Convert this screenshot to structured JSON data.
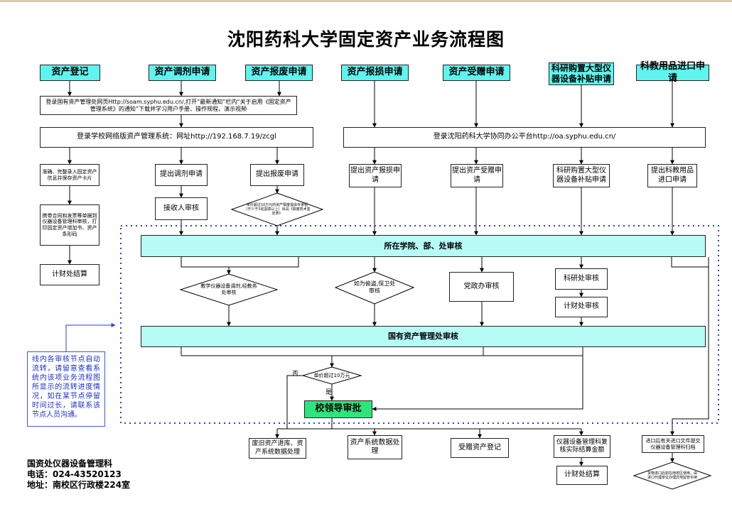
{
  "title": "沈阳药科大学固定资产业务流程图",
  "headers": [
    "资产登记",
    "资产调剂申请",
    "资产报废申请",
    "资产报损申请",
    "资产受赠申请",
    "科研购置大型仪器设备补贴申请",
    "科教用品进口申请"
  ],
  "row1": {
    "guide": "登录国有资产管理处网页Http://soam.syphu.edu.cn/,打开“最新通知”栏内“关于启用《固定资产管理系统》的通知”下载并学习用户手册、操作规程、演示视频",
    "login_asset": "登录学校网络版资产管理系统：网址http://192.168.7.19/zcgl",
    "login_oa": "登录沈阳药科大学协同办公平台http://oa.syphu.edu.cn/"
  },
  "col_register": {
    "step1": "准确、完整录入固定资产信息并保存资产卡片",
    "step2": "携带合同和发票等单据到仪器设备管理科审核，打印固定资产增加书、资产条形码",
    "step3": "计财处结算"
  },
  "apply": {
    "transfer": "提出调剂申请",
    "receiver": "接收人审核",
    "scrap": "提出报废申请",
    "scrap_note": "单价超过10万元的资产报废需由专家组（不少于3名副高以上）出具《报废技术鉴定表》",
    "loss": "提出资产报损申请",
    "donation": "提出资产受赠申请",
    "research": "科研购置大型仪器设备补贴申请",
    "import": "提出科教用品进口申请"
  },
  "review": {
    "college": "所在学院、部、处审核",
    "teaching": "教学仪器设备调剂,经教务处审核",
    "theft": "如为偷盗,保卫处审核",
    "party": "党政办审核",
    "research_office": "科研处审核",
    "finance": "计财处审核",
    "state_asset": "国有资产管理处审核",
    "threshold": "单价超过10万元",
    "no": "否",
    "yes": "是",
    "leader": "校领导审批"
  },
  "results": {
    "scrap_result": "废旧资产退库、资产系统数据处理",
    "system": "资产系统数据处理",
    "donation_result": "受赠资产登记",
    "equipment": "仪器设备管理科复核实际结算金额",
    "finance_settle": "计财处结算",
    "import_file": "进口后有关进口文件提交仪器设备管理科归档",
    "import_note": "货物进口后如在南校区使用，由进口代理单位办理异地监管手续"
  },
  "note": "线内各审核节点自动流转，请留意查看系统内该项业务流程图所显示的流转进度情况，如在某节点停留时间过长，请联系该节点人员沟通。",
  "footer": {
    "org": "国资处仪器设备管理科",
    "phone": "电话：024-43520123",
    "address": "地址：南校区行政楼224室"
  }
}
